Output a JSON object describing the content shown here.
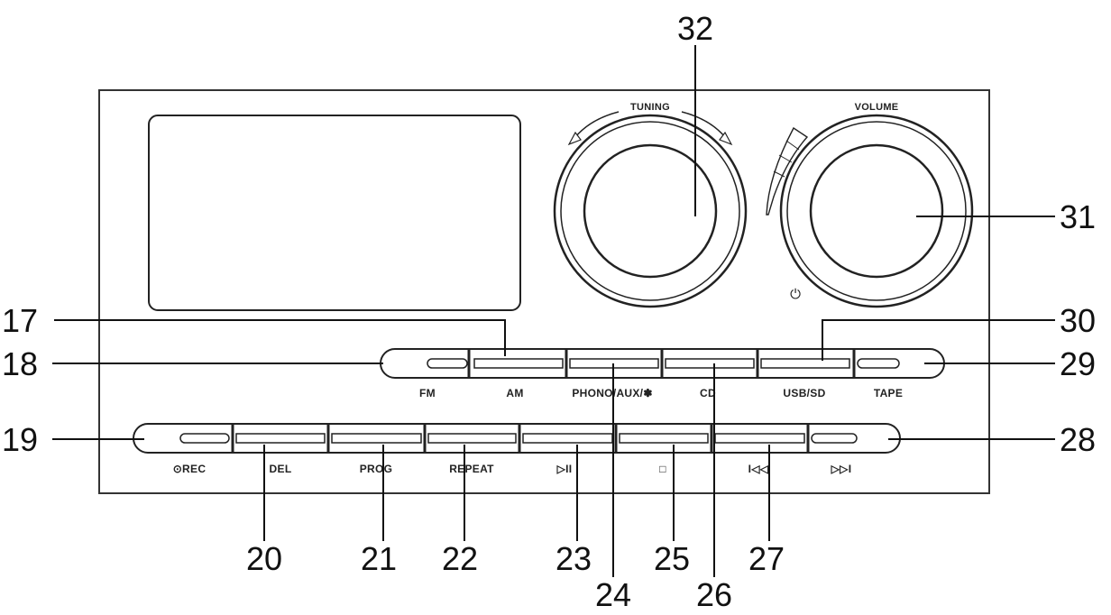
{
  "diagram": {
    "knobs": [
      {
        "id": "tuning",
        "label": "TUNING"
      },
      {
        "id": "volume",
        "label": "VOLUME"
      }
    ],
    "power_symbol": "⏻",
    "source_buttons": [
      "FM",
      "AM",
      "PHONO/AUX/✽",
      "CD",
      "USB/SD",
      "TAPE"
    ],
    "control_buttons": [
      "⊙REC",
      "DEL",
      "PROG",
      "REPEAT",
      "▷II",
      "□",
      "I◁◁",
      "▷▷I"
    ],
    "callouts": {
      "c17": "17",
      "c18": "18",
      "c19": "19",
      "c20": "20",
      "c21": "21",
      "c22": "22",
      "c23": "23",
      "c24": "24",
      "c25": "25",
      "c26": "26",
      "c27": "27",
      "c28": "28",
      "c29": "29",
      "c30": "30",
      "c31": "31",
      "c32": "32"
    }
  }
}
